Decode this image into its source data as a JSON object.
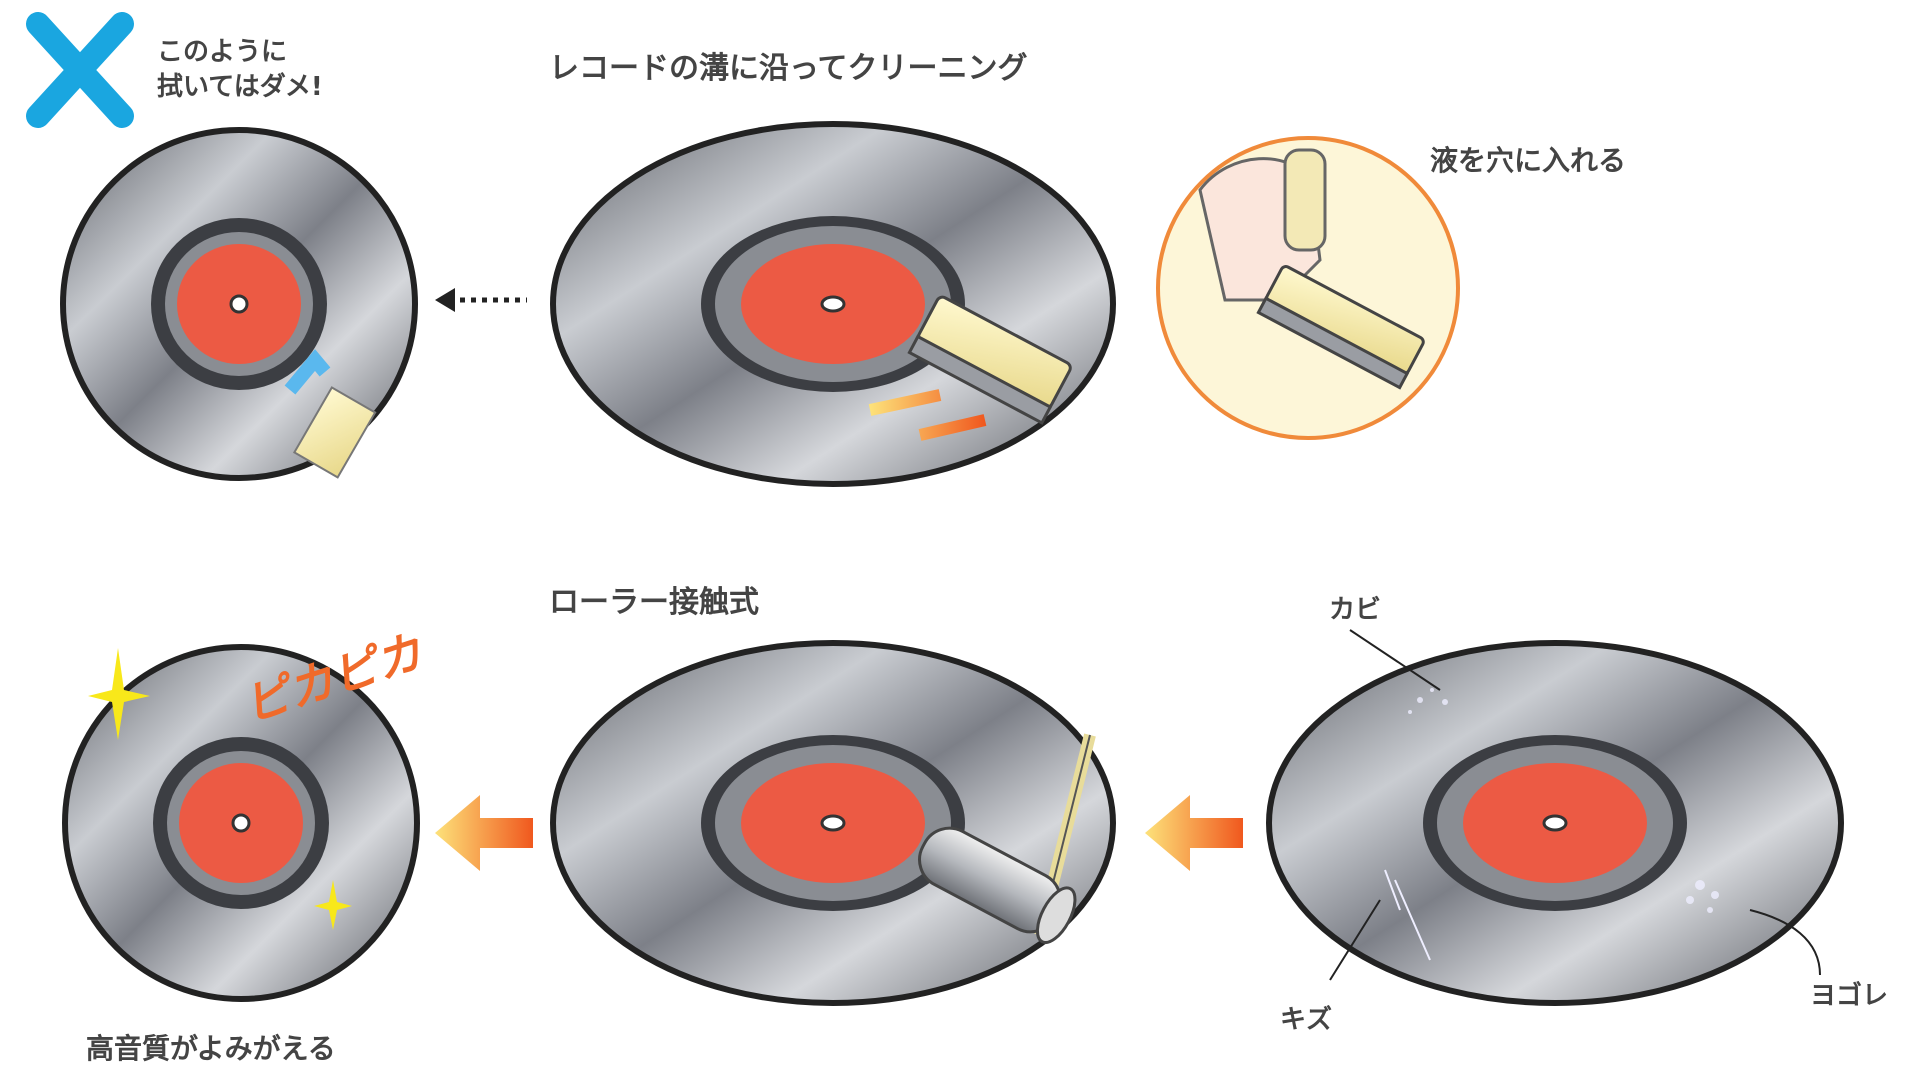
{
  "top": {
    "warning_line1": "このように",
    "warning_line2": "拭いてはダメ!",
    "groove_title": "レコードの溝に沿ってクリーニング",
    "inset_caption": "液を穴に入れる"
  },
  "bottom": {
    "roller_title": "ローラー接触式",
    "shine_text": "ピカピカ",
    "result_caption": "高音質がよみがえる",
    "mold_label": "カビ",
    "scratch_label": "キズ",
    "dirt_label": "ヨゴレ"
  },
  "colors": {
    "label": "#e8533a",
    "cross": "#1aa6e0",
    "arrow": "#f07a2a",
    "inset_border": "#f08a3a",
    "inset_fill": "#fdf6d8"
  }
}
